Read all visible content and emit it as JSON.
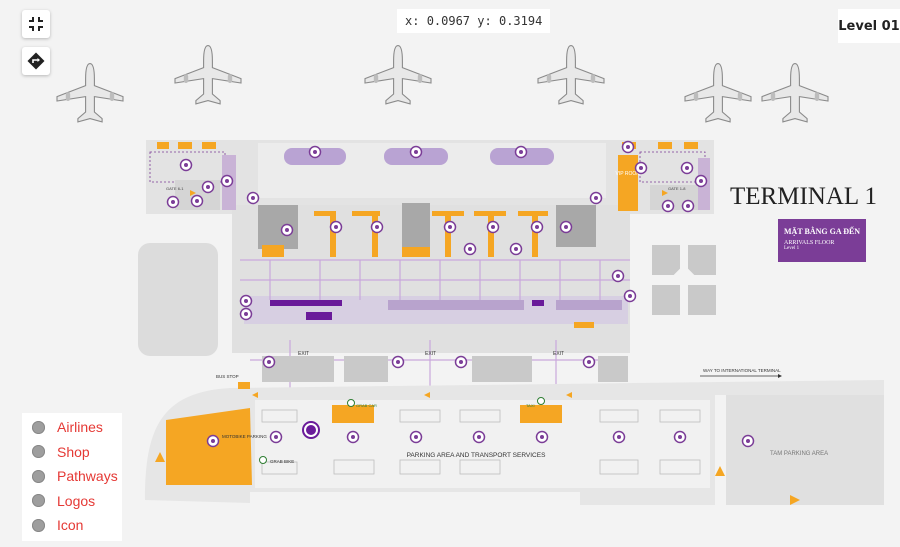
{
  "coords": {
    "x_label": "x:",
    "x": "0.0967",
    "y_label": "y:",
    "y": "0.3194"
  },
  "level": {
    "label": "Level 01"
  },
  "legend": {
    "items": [
      {
        "label": "Airlines"
      },
      {
        "label": "Shop"
      },
      {
        "label": "Pathways"
      },
      {
        "label": "Logos"
      },
      {
        "label": "Icon"
      }
    ]
  },
  "terminal": {
    "title": "TERMINAL 1",
    "badge_line1": "MẶT BẰNG GA ĐẾN",
    "badge_line2": "ARRIVALS FLOOR",
    "badge_line3": "Level 1"
  },
  "labels": {
    "parking_area": "PARKING AREA AND TRANSPORT SERVICES",
    "tam_parking": "TAM PARKING AREA",
    "to_international": "WAY TO INTERNATIONAL TERMINAL",
    "bus_stop": "BUS STOP",
    "motorbike_parking": "MOTOBIKE PARKING",
    "grab_bike": "GRAB BIKE",
    "grab_car": "GRAB CAR",
    "taxi": "TAXI",
    "vip_room": "VIP ROOM",
    "exit": "EXIT",
    "gate_left": "GATE 6-1",
    "gate_right": "GATE 1-8"
  },
  "colors": {
    "accent": "#f5a623",
    "brand": "#7b3d97",
    "label_red": "#e53935"
  },
  "icons": {
    "collapse": "collapse-arrows-icon",
    "directions": "directions-icon"
  }
}
